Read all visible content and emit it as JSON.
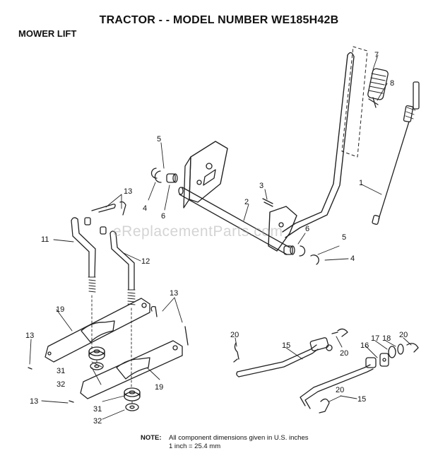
{
  "title": "TRACTOR - - MODEL NUMBER WE185H42B",
  "section": "MOWER LIFT",
  "watermark": "eReplacementParts.com",
  "note": {
    "label": "NOTE:",
    "line1": "All component dimensions given in U.S. inches",
    "line2": "1 inch = 25.4 mm"
  },
  "callouts": [
    {
      "id": "c1",
      "label": "1"
    },
    {
      "id": "c2",
      "label": "2"
    },
    {
      "id": "c3",
      "label": "3"
    },
    {
      "id": "c4a",
      "label": "4"
    },
    {
      "id": "c4b",
      "label": "4"
    },
    {
      "id": "c5a",
      "label": "5"
    },
    {
      "id": "c5b",
      "label": "5"
    },
    {
      "id": "c6a",
      "label": "6"
    },
    {
      "id": "c6b",
      "label": "6"
    },
    {
      "id": "c7",
      "label": "7"
    },
    {
      "id": "c8",
      "label": "8"
    },
    {
      "id": "c11",
      "label": "11"
    },
    {
      "id": "c12",
      "label": "12"
    },
    {
      "id": "c13a",
      "label": "13"
    },
    {
      "id": "c13b",
      "label": "13"
    },
    {
      "id": "c13c",
      "label": "13"
    },
    {
      "id": "c13d",
      "label": "13"
    },
    {
      "id": "c15a",
      "label": "15"
    },
    {
      "id": "c15b",
      "label": "15"
    },
    {
      "id": "c16",
      "label": "16"
    },
    {
      "id": "c17",
      "label": "17"
    },
    {
      "id": "c18",
      "label": "18"
    },
    {
      "id": "c19a",
      "label": "19"
    },
    {
      "id": "c19b",
      "label": "19"
    },
    {
      "id": "c20a",
      "label": "20"
    },
    {
      "id": "c20b",
      "label": "20"
    },
    {
      "id": "c20c",
      "label": "20"
    },
    {
      "id": "c20d",
      "label": "20"
    },
    {
      "id": "c31a",
      "label": "31"
    },
    {
      "id": "c31b",
      "label": "31"
    },
    {
      "id": "c32a",
      "label": "32"
    },
    {
      "id": "c32b",
      "label": "32"
    }
  ]
}
